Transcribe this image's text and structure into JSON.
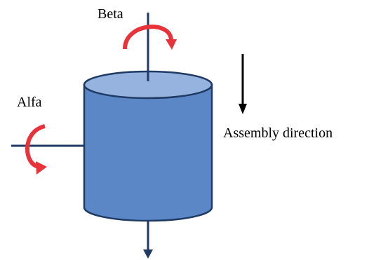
{
  "labels": {
    "beta": "Beta",
    "alfa": "Alfa",
    "assembly_direction": "Assembly direction"
  },
  "colors": {
    "cylinder_body": "#5b87c7",
    "cylinder_top": "#95b3de",
    "outline": "#1f3a63",
    "axis": "#1f3a63",
    "rotation_arrow": "#e8333a",
    "direction_arrow": "#000000"
  },
  "icons": {
    "beta_rotation": "rotation-arrow-icon",
    "alfa_rotation": "rotation-arrow-icon",
    "assembly_direction": "down-arrow-icon"
  }
}
